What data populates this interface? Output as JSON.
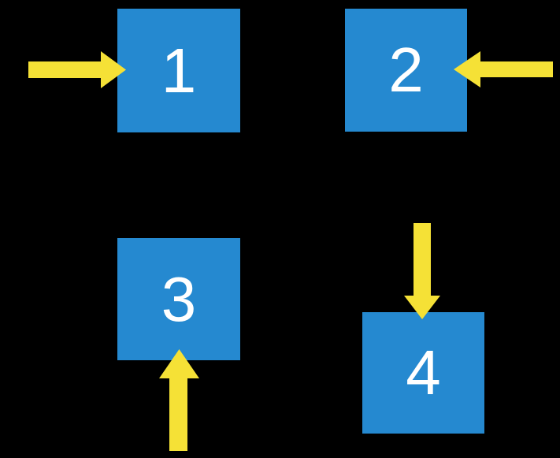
{
  "scene": {
    "background_color": "#000000",
    "square_color": "#2589d0",
    "arrow_color": "#f5e136",
    "number_color": "#ffffff"
  },
  "squares": [
    {
      "label": "1",
      "arrow_direction": "pointing-right-from-left"
    },
    {
      "label": "2",
      "arrow_direction": "pointing-left-from-right"
    },
    {
      "label": "3",
      "arrow_direction": "pointing-up-from-below"
    },
    {
      "label": "4",
      "arrow_direction": "pointing-down-from-above"
    }
  ]
}
